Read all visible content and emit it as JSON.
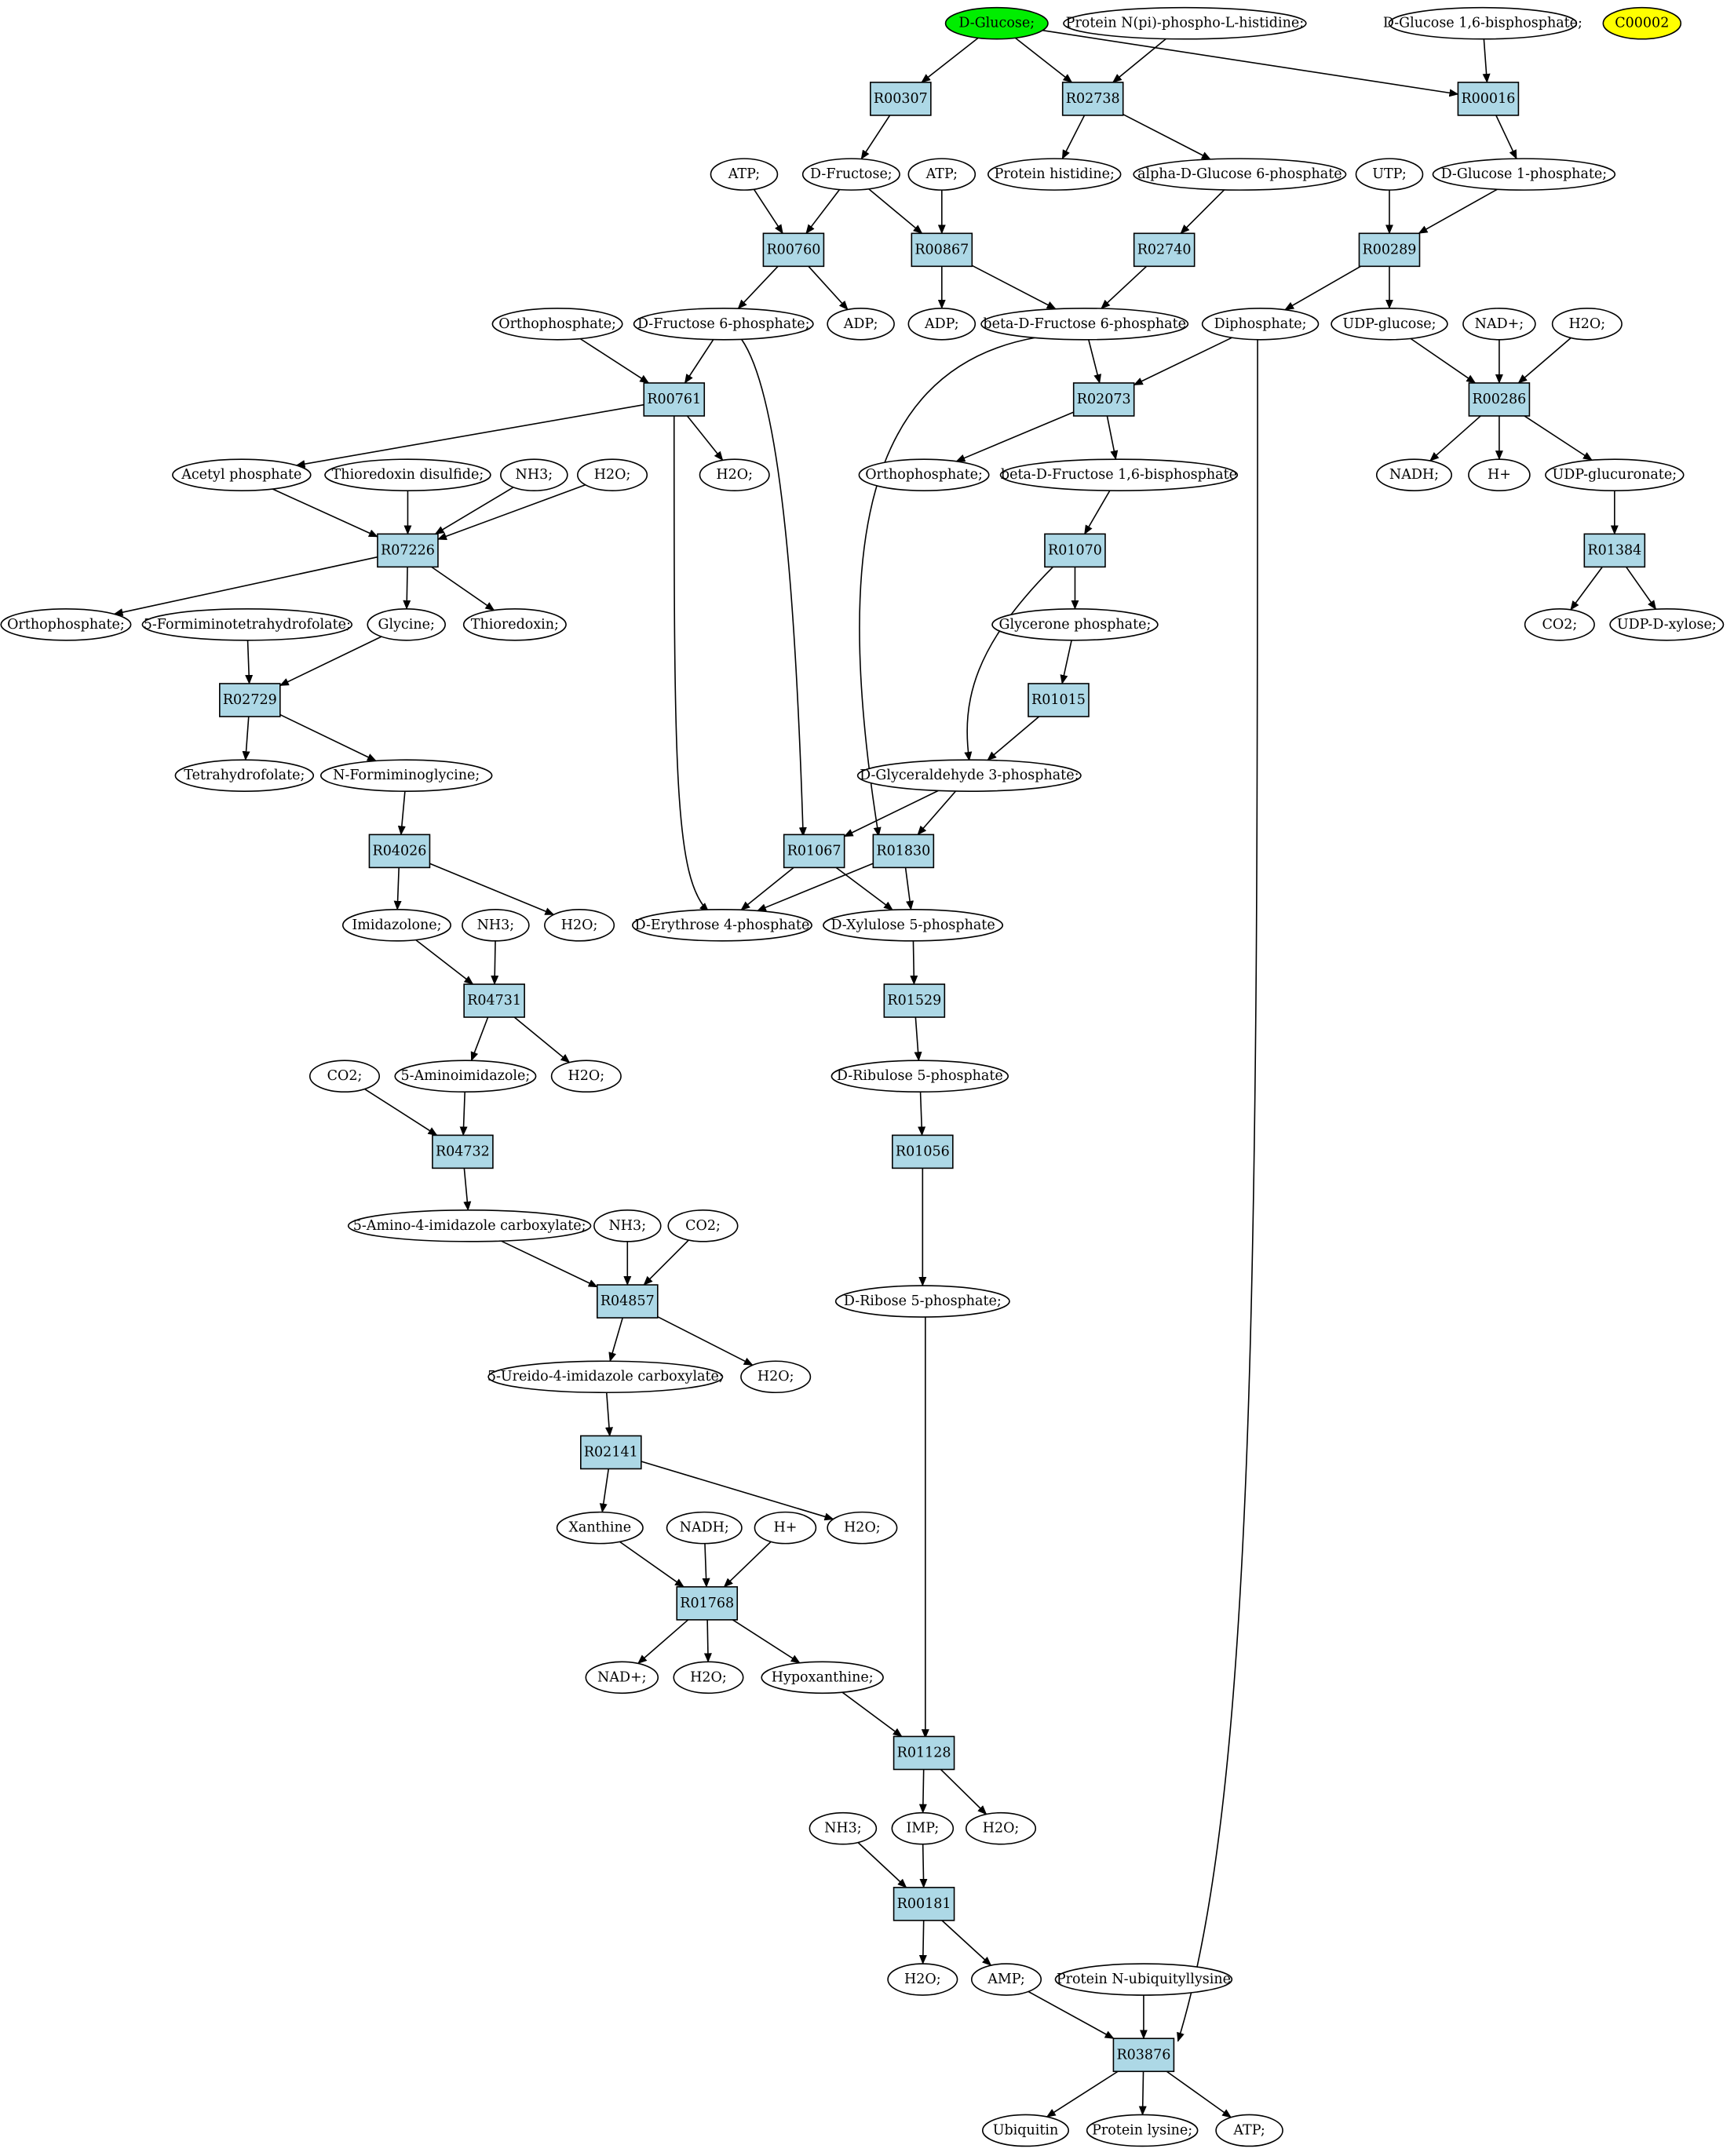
{
  "colors": {
    "reaction_fill": "#add8e6",
    "metabolite_fill": "#ffffff",
    "start_fill": "#00ee00",
    "highlight_fill": "#ffff00",
    "stroke": "#000000"
  },
  "nodes": [
    {
      "id": "m_dglucose",
      "kind": "metabolite",
      "label": "D-Glucose;",
      "style": "start"
    },
    {
      "id": "m_protein_nphosphohis",
      "kind": "metabolite",
      "label": "Protein N(pi)-phospho-L-histidine;"
    },
    {
      "id": "m_dglucose16bp",
      "kind": "metabolite",
      "label": "D-Glucose 1,6-bisphosphate;"
    },
    {
      "id": "m_c00002",
      "kind": "metabolite",
      "label": "C00002",
      "style": "highlight"
    },
    {
      "id": "r_R00307",
      "kind": "reaction",
      "label": "R00307"
    },
    {
      "id": "r_R02738",
      "kind": "reaction",
      "label": "R02738"
    },
    {
      "id": "r_R00016",
      "kind": "reaction",
      "label": "R00016"
    },
    {
      "id": "m_atp_1",
      "kind": "metabolite",
      "label": "ATP;"
    },
    {
      "id": "m_dfructose",
      "kind": "metabolite",
      "label": "D-Fructose;"
    },
    {
      "id": "m_atp_2",
      "kind": "metabolite",
      "label": "ATP;"
    },
    {
      "id": "m_protein_his",
      "kind": "metabolite",
      "label": "Protein histidine;"
    },
    {
      "id": "m_adg6p",
      "kind": "metabolite",
      "label": "alpha-D-Glucose 6-phosphate"
    },
    {
      "id": "m_utp",
      "kind": "metabolite",
      "label": "UTP;"
    },
    {
      "id": "m_dg1p",
      "kind": "metabolite",
      "label": "D-Glucose 1-phosphate;"
    },
    {
      "id": "r_R00760",
      "kind": "reaction",
      "label": "R00760"
    },
    {
      "id": "r_R00867",
      "kind": "reaction",
      "label": "R00867"
    },
    {
      "id": "r_R02740",
      "kind": "reaction",
      "label": "R02740"
    },
    {
      "id": "r_R00289",
      "kind": "reaction",
      "label": "R00289"
    },
    {
      "id": "m_ortho_1",
      "kind": "metabolite",
      "label": "Orthophosphate;"
    },
    {
      "id": "m_df6p",
      "kind": "metabolite",
      "label": "D-Fructose 6-phosphate;"
    },
    {
      "id": "m_adp_1",
      "kind": "metabolite",
      "label": "ADP;"
    },
    {
      "id": "m_adp_2",
      "kind": "metabolite",
      "label": "ADP;"
    },
    {
      "id": "m_bdf6p",
      "kind": "metabolite",
      "label": "beta-D-Fructose 6-phosphate"
    },
    {
      "id": "m_diphos",
      "kind": "metabolite",
      "label": "Diphosphate;"
    },
    {
      "id": "m_udpglc",
      "kind": "metabolite",
      "label": "UDP-glucose;"
    },
    {
      "id": "m_nadplus_1",
      "kind": "metabolite",
      "label": "NAD+;"
    },
    {
      "id": "m_h2o_1",
      "kind": "metabolite",
      "label": "H2O;"
    },
    {
      "id": "r_R00761",
      "kind": "reaction",
      "label": "R00761"
    },
    {
      "id": "r_R02073",
      "kind": "reaction",
      "label": "R02073"
    },
    {
      "id": "r_R00286",
      "kind": "reaction",
      "label": "R00286"
    },
    {
      "id": "m_acetylp",
      "kind": "metabolite",
      "label": "Acetyl phosphate"
    },
    {
      "id": "m_thiodis",
      "kind": "metabolite",
      "label": "Thioredoxin disulfide;"
    },
    {
      "id": "m_nh3_1",
      "kind": "metabolite",
      "label": "NH3;"
    },
    {
      "id": "m_h2o_2",
      "kind": "metabolite",
      "label": "H2O;"
    },
    {
      "id": "m_h2o_3",
      "kind": "metabolite",
      "label": "H2O;"
    },
    {
      "id": "m_ortho_2",
      "kind": "metabolite",
      "label": "Orthophosphate;"
    },
    {
      "id": "m_bdf16bp",
      "kind": "metabolite",
      "label": "beta-D-Fructose 1,6-bisphosphate"
    },
    {
      "id": "m_nadh_1",
      "kind": "metabolite",
      "label": "NADH;"
    },
    {
      "id": "m_hplus_1",
      "kind": "metabolite",
      "label": "H+"
    },
    {
      "id": "m_udpglcur",
      "kind": "metabolite",
      "label": "UDP-glucuronate;"
    },
    {
      "id": "r_R07226",
      "kind": "reaction",
      "label": "R07226"
    },
    {
      "id": "r_R01070",
      "kind": "reaction",
      "label": "R01070"
    },
    {
      "id": "r_R01384",
      "kind": "reaction",
      "label": "R01384"
    },
    {
      "id": "m_ortho_3",
      "kind": "metabolite",
      "label": "Orthophosphate;"
    },
    {
      "id": "m_5fthf",
      "kind": "metabolite",
      "label": "5-Formiminotetrahydrofolate;"
    },
    {
      "id": "m_glycine",
      "kind": "metabolite",
      "label": "Glycine;"
    },
    {
      "id": "m_thioredoxin",
      "kind": "metabolite",
      "label": "Thioredoxin;"
    },
    {
      "id": "m_glyceronep",
      "kind": "metabolite",
      "label": "Glycerone phosphate;"
    },
    {
      "id": "m_co2_1",
      "kind": "metabolite",
      "label": "CO2;"
    },
    {
      "id": "m_udpxyl",
      "kind": "metabolite",
      "label": "UDP-D-xylose;"
    },
    {
      "id": "r_R02729",
      "kind": "reaction",
      "label": "R02729"
    },
    {
      "id": "r_R01015",
      "kind": "reaction",
      "label": "R01015"
    },
    {
      "id": "m_thf",
      "kind": "metabolite",
      "label": "Tetrahydrofolate;"
    },
    {
      "id": "m_nformgly",
      "kind": "metabolite",
      "label": "N-Formiminoglycine;"
    },
    {
      "id": "m_dga3p",
      "kind": "metabolite",
      "label": "D-Glyceraldehyde 3-phosphate;"
    },
    {
      "id": "r_R04026",
      "kind": "reaction",
      "label": "R04026"
    },
    {
      "id": "r_R01067",
      "kind": "reaction",
      "label": "R01067"
    },
    {
      "id": "r_R01830",
      "kind": "reaction",
      "label": "R01830"
    },
    {
      "id": "m_imidazolone",
      "kind": "metabolite",
      "label": "Imidazolone;"
    },
    {
      "id": "m_nh3_2",
      "kind": "metabolite",
      "label": "NH3;"
    },
    {
      "id": "m_h2o_4",
      "kind": "metabolite",
      "label": "H2O;"
    },
    {
      "id": "m_de4p",
      "kind": "metabolite",
      "label": "D-Erythrose 4-phosphate"
    },
    {
      "id": "m_dx5p",
      "kind": "metabolite",
      "label": "D-Xylulose 5-phosphate"
    },
    {
      "id": "r_R04731",
      "kind": "reaction",
      "label": "R04731"
    },
    {
      "id": "r_R01529",
      "kind": "reaction",
      "label": "R01529"
    },
    {
      "id": "m_co2_2",
      "kind": "metabolite",
      "label": "CO2;"
    },
    {
      "id": "m_5aminoimid",
      "kind": "metabolite",
      "label": "5-Aminoimidazole;"
    },
    {
      "id": "m_h2o_5",
      "kind": "metabolite",
      "label": "H2O;"
    },
    {
      "id": "m_dru5p",
      "kind": "metabolite",
      "label": "D-Ribulose 5-phosphate"
    },
    {
      "id": "r_R04732",
      "kind": "reaction",
      "label": "R04732"
    },
    {
      "id": "r_R01056",
      "kind": "reaction",
      "label": "R01056"
    },
    {
      "id": "m_5a4ic",
      "kind": "metabolite",
      "label": "5-Amino-4-imidazole carboxylate;"
    },
    {
      "id": "m_nh3_3",
      "kind": "metabolite",
      "label": "NH3;"
    },
    {
      "id": "m_co2_3",
      "kind": "metabolite",
      "label": "CO2;"
    },
    {
      "id": "m_dr5p",
      "kind": "metabolite",
      "label": "D-Ribose 5-phosphate;"
    },
    {
      "id": "r_R04857",
      "kind": "reaction",
      "label": "R04857"
    },
    {
      "id": "m_5u4ic",
      "kind": "metabolite",
      "label": "5-Ureido-4-imidazole carboxylate;"
    },
    {
      "id": "m_h2o_6",
      "kind": "metabolite",
      "label": "H2O;"
    },
    {
      "id": "r_R02141",
      "kind": "reaction",
      "label": "R02141"
    },
    {
      "id": "m_xanthine",
      "kind": "metabolite",
      "label": "Xanthine"
    },
    {
      "id": "m_nadh_2",
      "kind": "metabolite",
      "label": "NADH;"
    },
    {
      "id": "m_hplus_2",
      "kind": "metabolite",
      "label": "H+"
    },
    {
      "id": "m_h2o_7",
      "kind": "metabolite",
      "label": "H2O;"
    },
    {
      "id": "r_R01768",
      "kind": "reaction",
      "label": "R01768"
    },
    {
      "id": "m_nadplus_2",
      "kind": "metabolite",
      "label": "NAD+;"
    },
    {
      "id": "m_h2o_8",
      "kind": "metabolite",
      "label": "H2O;"
    },
    {
      "id": "m_hypoxanthine",
      "kind": "metabolite",
      "label": "Hypoxanthine;"
    },
    {
      "id": "r_R01128",
      "kind": "reaction",
      "label": "R01128"
    },
    {
      "id": "m_nh3_4",
      "kind": "metabolite",
      "label": "NH3;"
    },
    {
      "id": "m_imp",
      "kind": "metabolite",
      "label": "IMP;"
    },
    {
      "id": "m_h2o_9",
      "kind": "metabolite",
      "label": "H2O;"
    },
    {
      "id": "r_R00181",
      "kind": "reaction",
      "label": "R00181"
    },
    {
      "id": "m_h2o_10",
      "kind": "metabolite",
      "label": "H2O;"
    },
    {
      "id": "m_amp",
      "kind": "metabolite",
      "label": "AMP;"
    },
    {
      "id": "m_protein_nubq",
      "kind": "metabolite",
      "label": "Protein N-ubiquityllysine"
    },
    {
      "id": "r_R03876",
      "kind": "reaction",
      "label": "R03876"
    },
    {
      "id": "m_ubiquitin",
      "kind": "metabolite",
      "label": "Ubiquitin"
    },
    {
      "id": "m_protein_lys",
      "kind": "metabolite",
      "label": "Protein lysine;"
    },
    {
      "id": "m_atp_3",
      "kind": "metabolite",
      "label": "ATP;"
    }
  ],
  "edges": [
    [
      "m_dglucose",
      "r_R00307"
    ],
    [
      "m_dglucose",
      "r_R02738"
    ],
    [
      "m_dglucose",
      "r_R00016"
    ],
    [
      "m_protein_nphosphohis",
      "r_R02738"
    ],
    [
      "m_dglucose16bp",
      "r_R00016"
    ],
    [
      "r_R00307",
      "m_dfructose"
    ],
    [
      "r_R02738",
      "m_protein_his"
    ],
    [
      "r_R02738",
      "m_adg6p"
    ],
    [
      "r_R00016",
      "m_dg1p"
    ],
    [
      "m_atp_1",
      "r_R00760"
    ],
    [
      "m_dfructose",
      "r_R00760"
    ],
    [
      "m_dfructose",
      "r_R00867"
    ],
    [
      "m_atp_2",
      "r_R00867"
    ],
    [
      "m_adg6p",
      "r_R02740"
    ],
    [
      "m_utp",
      "r_R00289"
    ],
    [
      "m_dg1p",
      "r_R00289"
    ],
    [
      "r_R00760",
      "m_df6p"
    ],
    [
      "r_R00760",
      "m_adp_1"
    ],
    [
      "r_R00867",
      "m_adp_2"
    ],
    [
      "r_R00867",
      "m_bdf6p"
    ],
    [
      "r_R02740",
      "m_bdf6p"
    ],
    [
      "r_R00289",
      "m_diphos"
    ],
    [
      "r_R00289",
      "m_udpglc"
    ],
    [
      "m_ortho_1",
      "r_R00761"
    ],
    [
      "m_df6p",
      "r_R00761"
    ],
    [
      "m_df6p",
      "r_R01067"
    ],
    [
      "m_bdf6p",
      "r_R02073"
    ],
    [
      "m_bdf6p",
      "r_R01830"
    ],
    [
      "m_diphos",
      "r_R02073"
    ],
    [
      "m_diphos",
      "r_R03876"
    ],
    [
      "m_udpglc",
      "r_R00286"
    ],
    [
      "m_nadplus_1",
      "r_R00286"
    ],
    [
      "m_h2o_1",
      "r_R00286"
    ],
    [
      "r_R00761",
      "m_acetylp"
    ],
    [
      "r_R00761",
      "m_h2o_3"
    ],
    [
      "r_R00761",
      "m_de4p"
    ],
    [
      "r_R02073",
      "m_ortho_2"
    ],
    [
      "r_R02073",
      "m_bdf16bp"
    ],
    [
      "r_R00286",
      "m_nadh_1"
    ],
    [
      "r_R00286",
      "m_hplus_1"
    ],
    [
      "r_R00286",
      "m_udpglcur"
    ],
    [
      "m_acetylp",
      "r_R07226"
    ],
    [
      "m_thiodis",
      "r_R07226"
    ],
    [
      "m_nh3_1",
      "r_R07226"
    ],
    [
      "m_h2o_2",
      "r_R07226"
    ],
    [
      "m_bdf16bp",
      "r_R01070"
    ],
    [
      "m_udpglcur",
      "r_R01384"
    ],
    [
      "r_R07226",
      "m_ortho_3"
    ],
    [
      "r_R07226",
      "m_glycine"
    ],
    [
      "r_R07226",
      "m_thioredoxin"
    ],
    [
      "r_R01070",
      "m_glyceronep"
    ],
    [
      "r_R01070",
      "m_dga3p"
    ],
    [
      "r_R01384",
      "m_co2_1"
    ],
    [
      "r_R01384",
      "m_udpxyl"
    ],
    [
      "m_5fthf",
      "r_R02729"
    ],
    [
      "m_glycine",
      "r_R02729"
    ],
    [
      "m_glyceronep",
      "r_R01015"
    ],
    [
      "r_R02729",
      "m_thf"
    ],
    [
      "r_R02729",
      "m_nformgly"
    ],
    [
      "r_R01015",
      "m_dga3p"
    ],
    [
      "m_nformgly",
      "r_R04026"
    ],
    [
      "m_dga3p",
      "r_R01067"
    ],
    [
      "m_dga3p",
      "r_R01830"
    ],
    [
      "r_R04026",
      "m_imidazolone"
    ],
    [
      "r_R04026",
      "m_h2o_4"
    ],
    [
      "r_R01067",
      "m_de4p"
    ],
    [
      "r_R01067",
      "m_dx5p"
    ],
    [
      "r_R01830",
      "m_de4p"
    ],
    [
      "r_R01830",
      "m_dx5p"
    ],
    [
      "m_imidazolone",
      "r_R04731"
    ],
    [
      "m_nh3_2",
      "r_R04731"
    ],
    [
      "m_dx5p",
      "r_R01529"
    ],
    [
      "r_R04731",
      "m_5aminoimid"
    ],
    [
      "r_R04731",
      "m_h2o_5"
    ],
    [
      "r_R01529",
      "m_dru5p"
    ],
    [
      "m_co2_2",
      "r_R04732"
    ],
    [
      "m_5aminoimid",
      "r_R04732"
    ],
    [
      "m_dru5p",
      "r_R01056"
    ],
    [
      "r_R04732",
      "m_5a4ic"
    ],
    [
      "r_R01056",
      "m_dr5p"
    ],
    [
      "m_5a4ic",
      "r_R04857"
    ],
    [
      "m_nh3_3",
      "r_R04857"
    ],
    [
      "m_co2_3",
      "r_R04857"
    ],
    [
      "r_R04857",
      "m_5u4ic"
    ],
    [
      "r_R04857",
      "m_h2o_6"
    ],
    [
      "m_5u4ic",
      "r_R02141"
    ],
    [
      "r_R02141",
      "m_xanthine"
    ],
    [
      "r_R02141",
      "m_h2o_7"
    ],
    [
      "m_xanthine",
      "r_R01768"
    ],
    [
      "m_nadh_2",
      "r_R01768"
    ],
    [
      "m_hplus_2",
      "r_R01768"
    ],
    [
      "r_R01768",
      "m_nadplus_2"
    ],
    [
      "r_R01768",
      "m_h2o_8"
    ],
    [
      "r_R01768",
      "m_hypoxanthine"
    ],
    [
      "m_hypoxanthine",
      "r_R01128"
    ],
    [
      "m_dr5p",
      "r_R01128"
    ],
    [
      "r_R01128",
      "m_imp"
    ],
    [
      "r_R01128",
      "m_h2o_9"
    ],
    [
      "m_nh3_4",
      "r_R00181"
    ],
    [
      "m_imp",
      "r_R00181"
    ],
    [
      "r_R00181",
      "m_h2o_10"
    ],
    [
      "r_R00181",
      "m_amp"
    ],
    [
      "m_amp",
      "r_R03876"
    ],
    [
      "m_protein_nubq",
      "r_R03876"
    ],
    [
      "r_R03876",
      "m_ubiquitin"
    ],
    [
      "r_R03876",
      "m_protein_lys"
    ],
    [
      "r_R03876",
      "m_atp_3"
    ]
  ]
}
